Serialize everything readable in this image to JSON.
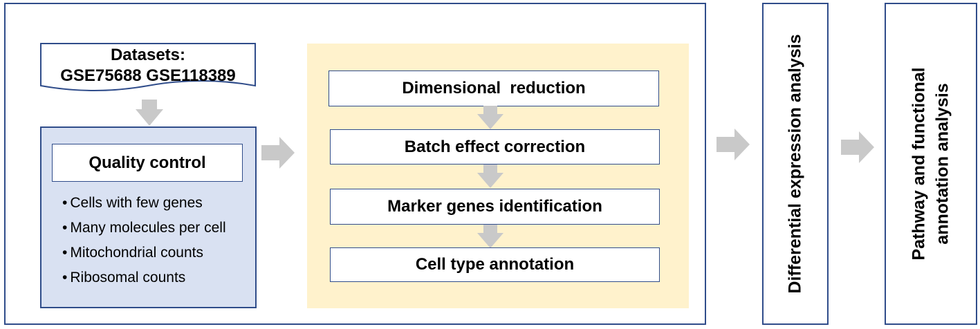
{
  "datasets": {
    "line1": "Datasets:",
    "line2": "GSE75688 GSE118389"
  },
  "quality_control": {
    "title": "Quality control",
    "criteria": [
      "Cells with few genes",
      "Many molecules per cell",
      "Mitochondrial counts",
      "Ribosomal counts"
    ]
  },
  "pipeline_steps": [
    "Dimensional  reduction",
    "Batch effect correction",
    "Marker genes identification",
    "Cell type annotation"
  ],
  "differential": {
    "label": "Differential expression analysis"
  },
  "pathway": {
    "line1": "Pathway and functional",
    "line2": "annotation analysis"
  },
  "colors": {
    "frame_border": "#2f4c8a",
    "qc_fill": "#d9e1f2",
    "pipeline_fill": "#fff2cc",
    "arrow": "#c9c9c9"
  }
}
